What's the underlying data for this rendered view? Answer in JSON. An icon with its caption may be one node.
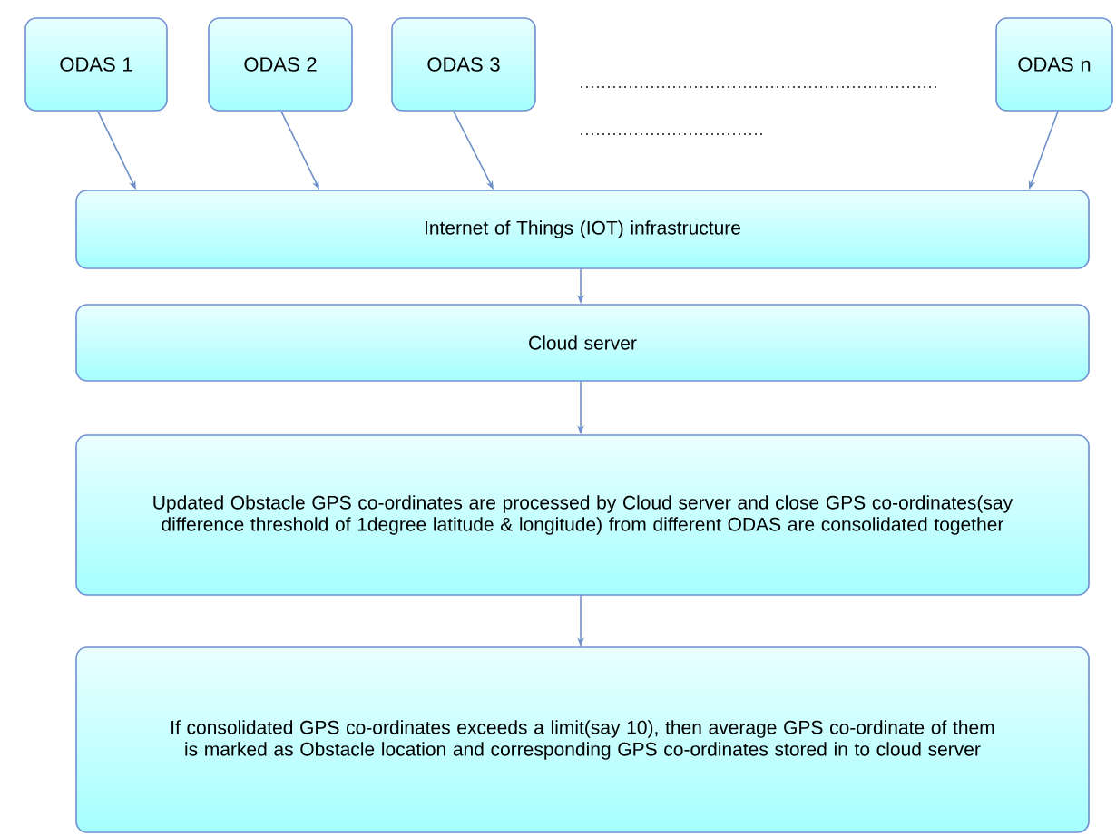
{
  "diagram": {
    "nodes": [
      {
        "text": [
          "ODAS 1"
        ]
      },
      {
        "text": [
          "ODAS 2"
        ]
      },
      {
        "text": [
          "ODAS 3"
        ]
      },
      {
        "text": [
          "ODAS n"
        ]
      },
      {
        "text": [
          "Internet of Things (IOT) infrastructure"
        ]
      },
      {
        "text": [
          "Cloud server"
        ]
      },
      {
        "text": [
          "Updated Obstacle GPS co-ordinates are processed by Cloud server and close GPS co-ordinates(say difference threshold of 1degree latitude & longitude) from different ODAS are consolidated together"
        ]
      },
      {
        "text": [
          "If consolidated GPS co-ordinates exceeds a limit(say 10), then average GPS co-ordinate of them is marked as Obstacle location and corresponding GPS co-ordinates stored in to cloud server"
        ]
      }
    ],
    "edges": [
      {
        "from": 0,
        "to": 4,
        "arrow": "to"
      },
      {
        "from": 1,
        "to": 4,
        "arrow": "to"
      },
      {
        "from": 2,
        "to": 4,
        "arrow": "to"
      },
      {
        "from": 3,
        "to": 4,
        "arrow": "to"
      },
      {
        "from": 4,
        "to": 5,
        "arrow": "to"
      },
      {
        "from": 5,
        "to": 6,
        "arrow": "to"
      },
      {
        "from": 6,
        "to": 7,
        "arrow": "to"
      }
    ]
  }
}
